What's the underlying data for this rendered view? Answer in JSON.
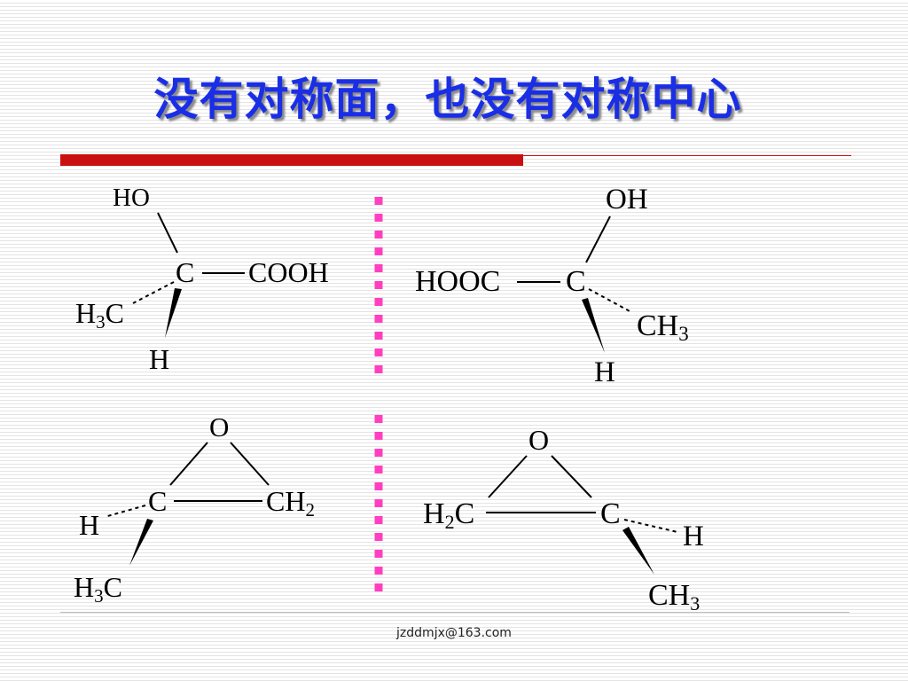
{
  "title": "没有对称面，也没有对称中心",
  "footer": {
    "email": "jzddmjx@163.com"
  },
  "colors": {
    "title": "#1a2ee6",
    "title_bar": "#c81010",
    "divider": "#ff3fbf"
  },
  "molecules": {
    "top_left": {
      "ho": "HO",
      "c": "C",
      "cooh": "COOH",
      "h3c_h": "H",
      "h3c_sub": "3",
      "h3c_c": "C",
      "h": "H"
    },
    "top_right": {
      "oh": "OH",
      "hooc": "HOOC",
      "c": "C",
      "ch3_ch": "CH",
      "ch3_sub": "3",
      "h": "H"
    },
    "bottom_left": {
      "o": "O",
      "c": "C",
      "ch2_ch": "CH",
      "ch2_sub": "2",
      "h": "H",
      "h3c_h": "H",
      "h3c_sub": "3",
      "h3c_c": "C"
    },
    "bottom_right": {
      "o": "O",
      "h2c_h": "H",
      "h2c_sub": "2",
      "h2c_c": "C",
      "c": "C",
      "h": "H",
      "ch3_ch": "CH",
      "ch3_sub": "3"
    }
  }
}
